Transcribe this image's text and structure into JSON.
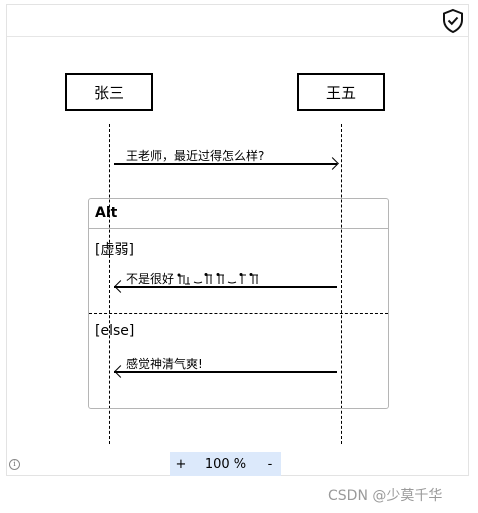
{
  "diagram": {
    "participants": [
      {
        "name": "张三"
      },
      {
        "name": "王五"
      }
    ],
    "messages": [
      {
        "from": "张三",
        "to": "王五",
        "text": "王老师，最近过得怎么样?"
      },
      {
        "from": "王五",
        "to": "张三",
        "text": "不是很好"
      },
      {
        "from": "王五",
        "to": "张三",
        "text": "感觉神清气爽!"
      }
    ],
    "fragment": {
      "type": "Alt",
      "guards": [
        "[虚弱]",
        "[else]"
      ]
    }
  },
  "toolbar": {
    "zoom_in": "+",
    "zoom_level": "100 %",
    "zoom_out": "-"
  },
  "icons": {
    "top_right": "shield-check-icon",
    "bottom_left": "info-icon"
  },
  "watermark": "CSDN @少莫千华"
}
